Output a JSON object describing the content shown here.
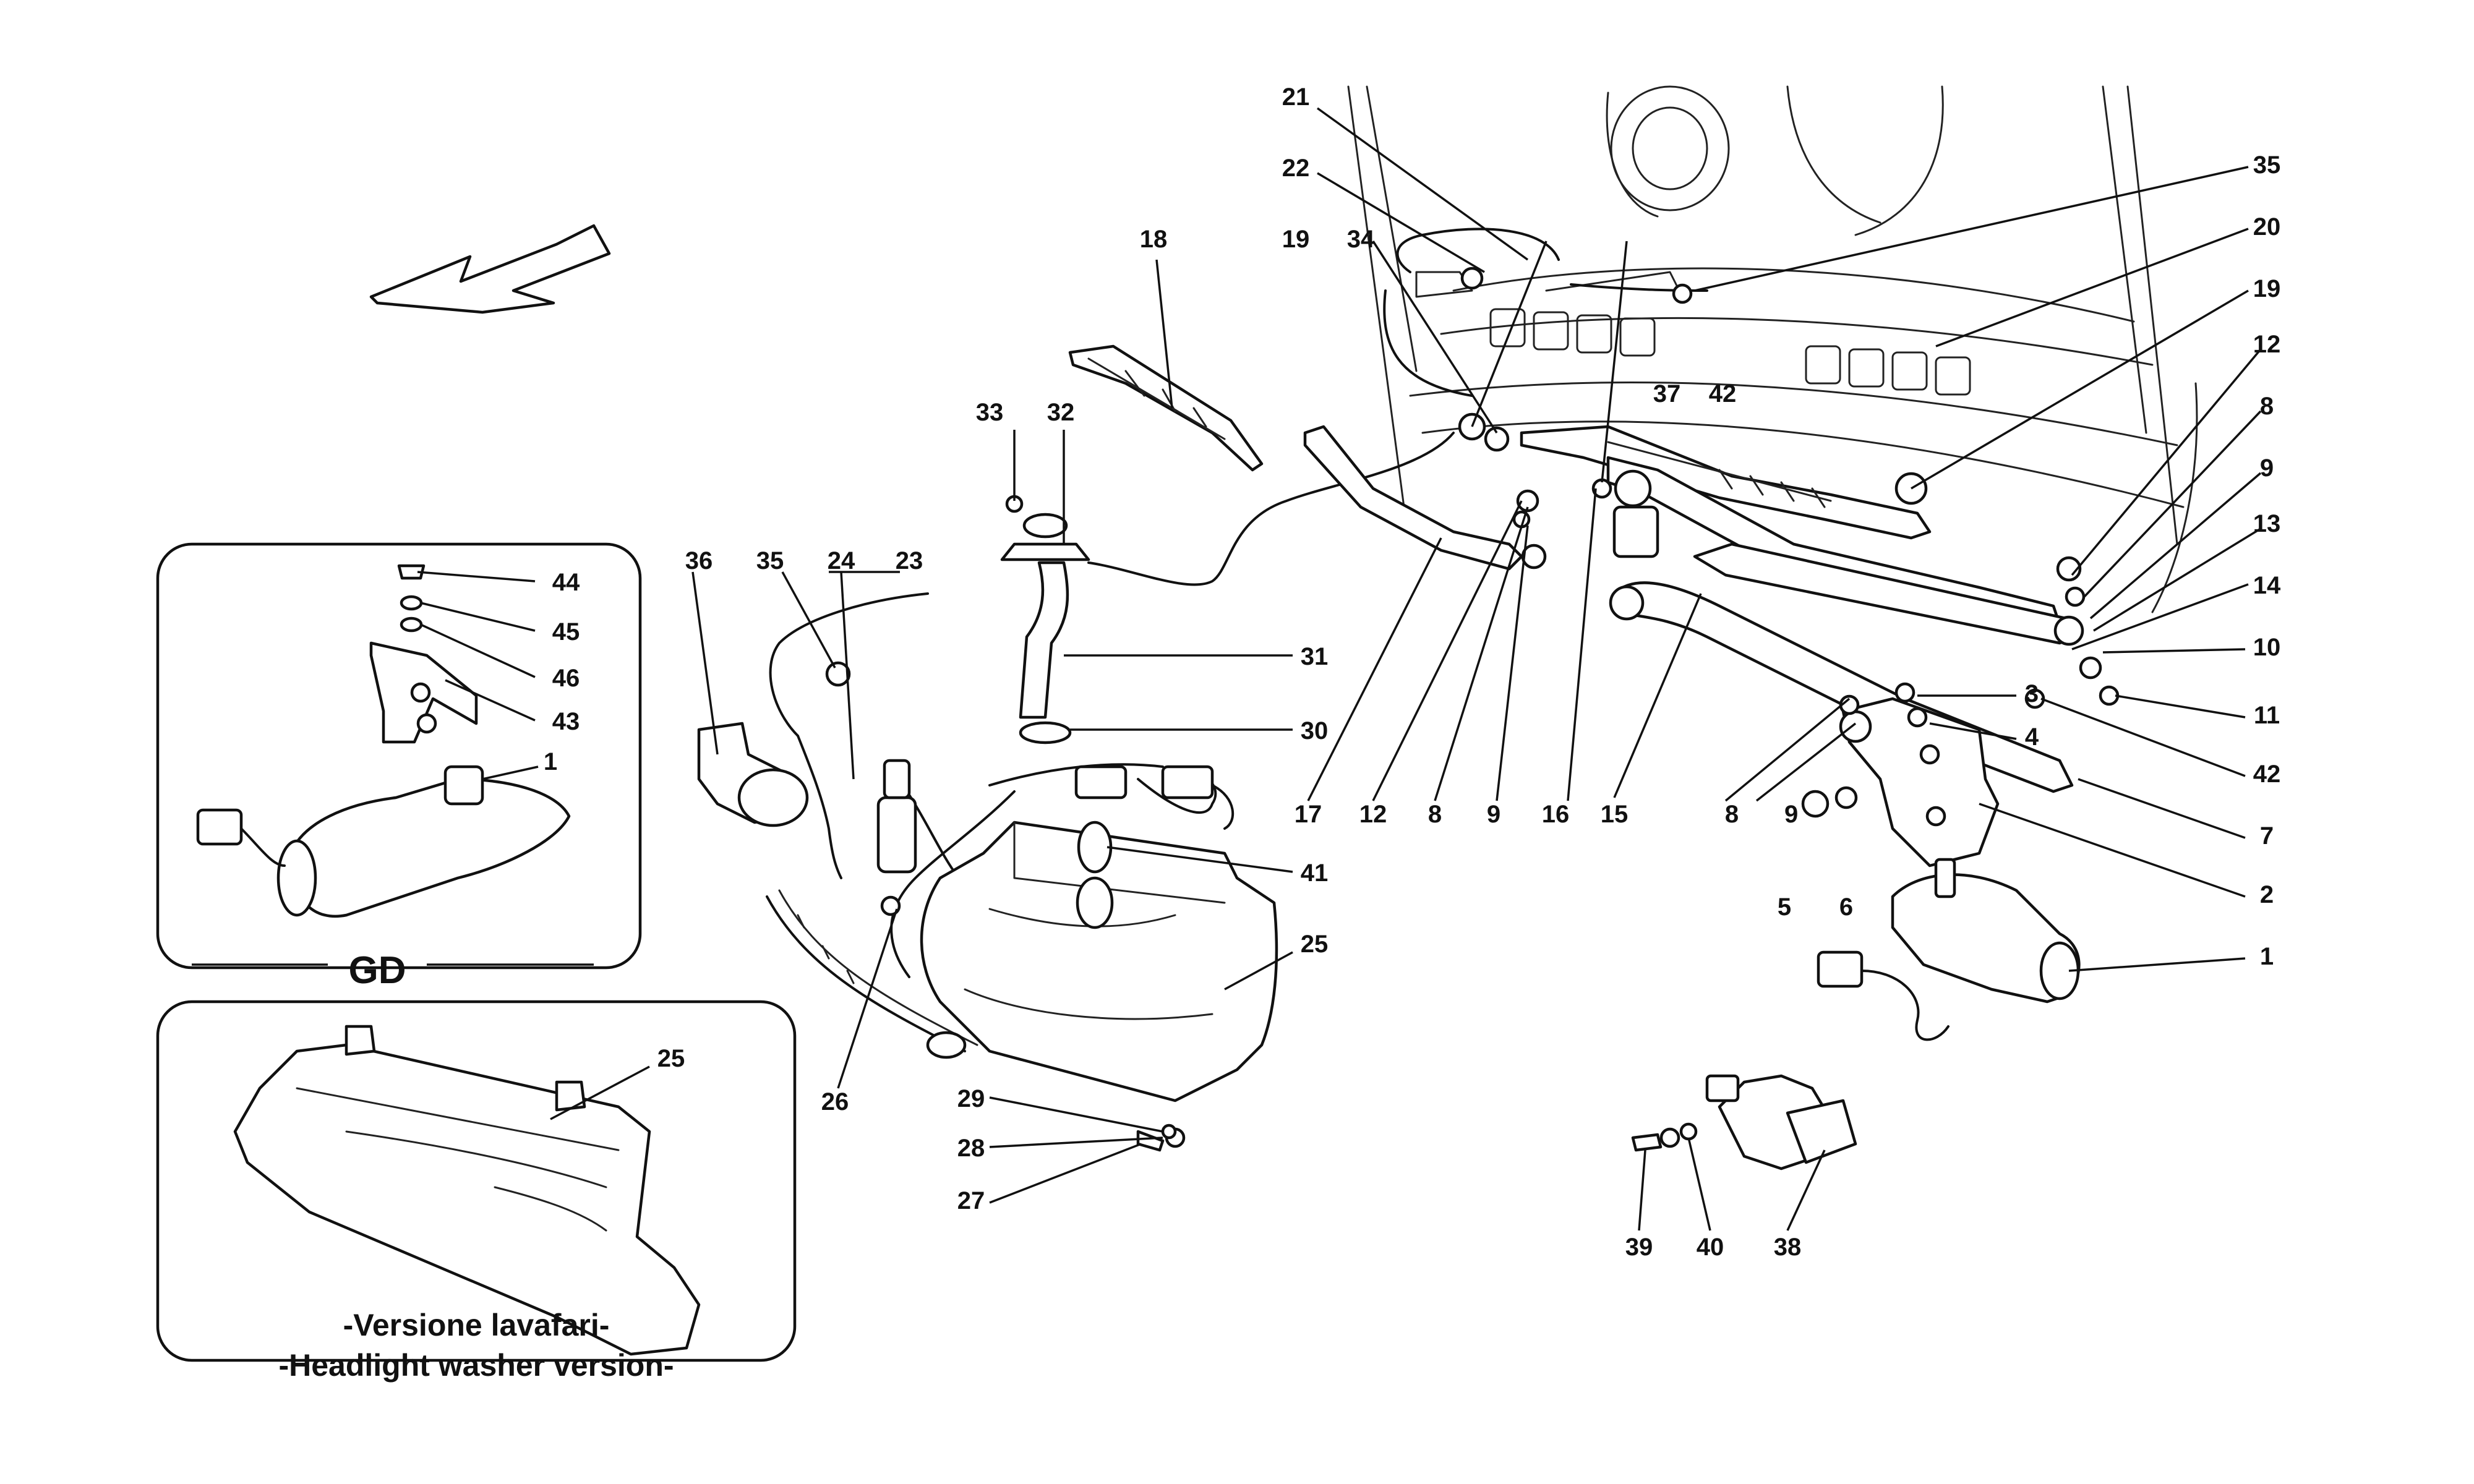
{
  "callouts": {
    "n1": "1",
    "n2": "2",
    "n3": "3",
    "n4": "4",
    "n5": "5",
    "n6": "6",
    "n7": "7",
    "n8": "8",
    "n9": "9",
    "n10": "10",
    "n11": "11",
    "n12": "12",
    "n13": "13",
    "n14": "14",
    "n15": "15",
    "n16": "16",
    "n17": "17",
    "n18": "18",
    "n19": "19",
    "n20": "20",
    "n21": "21",
    "n22": "22",
    "n23": "23",
    "n24": "24",
    "n25": "25",
    "n26": "26",
    "n27": "27",
    "n28": "28",
    "n29": "29",
    "n30": "30",
    "n31": "31",
    "n32": "32",
    "n33": "33",
    "n34": "34",
    "n35": "35",
    "n36": "36",
    "n37": "37",
    "n38": "38",
    "n39": "39",
    "n40": "40",
    "n41": "41",
    "n42": "42",
    "n43": "43",
    "n44": "44",
    "n45": "45",
    "n46": "46"
  },
  "inset_gd": {
    "label": "GD"
  },
  "inset_headlight": {
    "caption_it": "-Versione lavafari-",
    "caption_en": "-Headlight washer version-"
  },
  "icons": {
    "direction_arrow": "arrow-left-down-icon"
  },
  "colors": {
    "line": "#111111",
    "background": "#ffffff"
  }
}
